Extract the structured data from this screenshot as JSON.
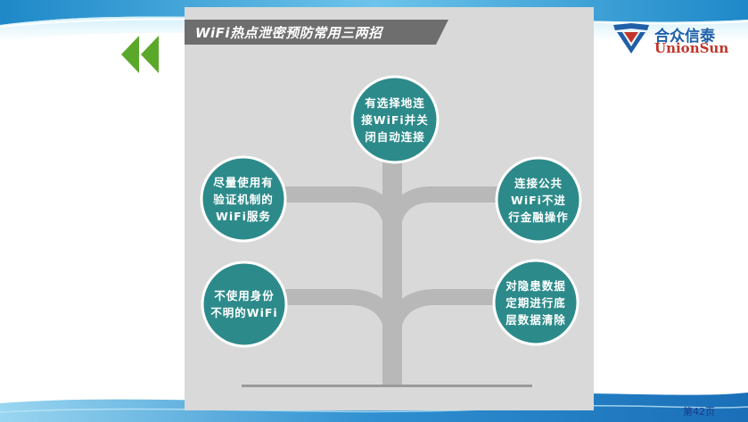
{
  "slide": {
    "title": "WiFi热点泄密预防常用三两招",
    "page_number": "第42页"
  },
  "logo": {
    "name_cn": "合众信泰",
    "name_en": "UnionSun"
  },
  "nodes": [
    {
      "text": "有选择地连\n接WiFi并关\n闭自动连接"
    },
    {
      "text": "尽量使用有\n验证机制的\nWiFi服务"
    },
    {
      "text": "连接公共\nWiFi不进\n行金融操作"
    },
    {
      "text": "不使用身份\n不明的WiFi"
    },
    {
      "text": "对隐患数据\n定期进行底\n层数据清除"
    }
  ],
  "colors": {
    "node_fill": "#2d8a8a",
    "node_border": "#ffffff",
    "tree_gray": "#b8b8b8",
    "panel_bg": "#d9d9d9",
    "title_band": "#6e6e6e",
    "arrow_green": "#5aa82a",
    "header_blue": "#2a8fc8"
  }
}
